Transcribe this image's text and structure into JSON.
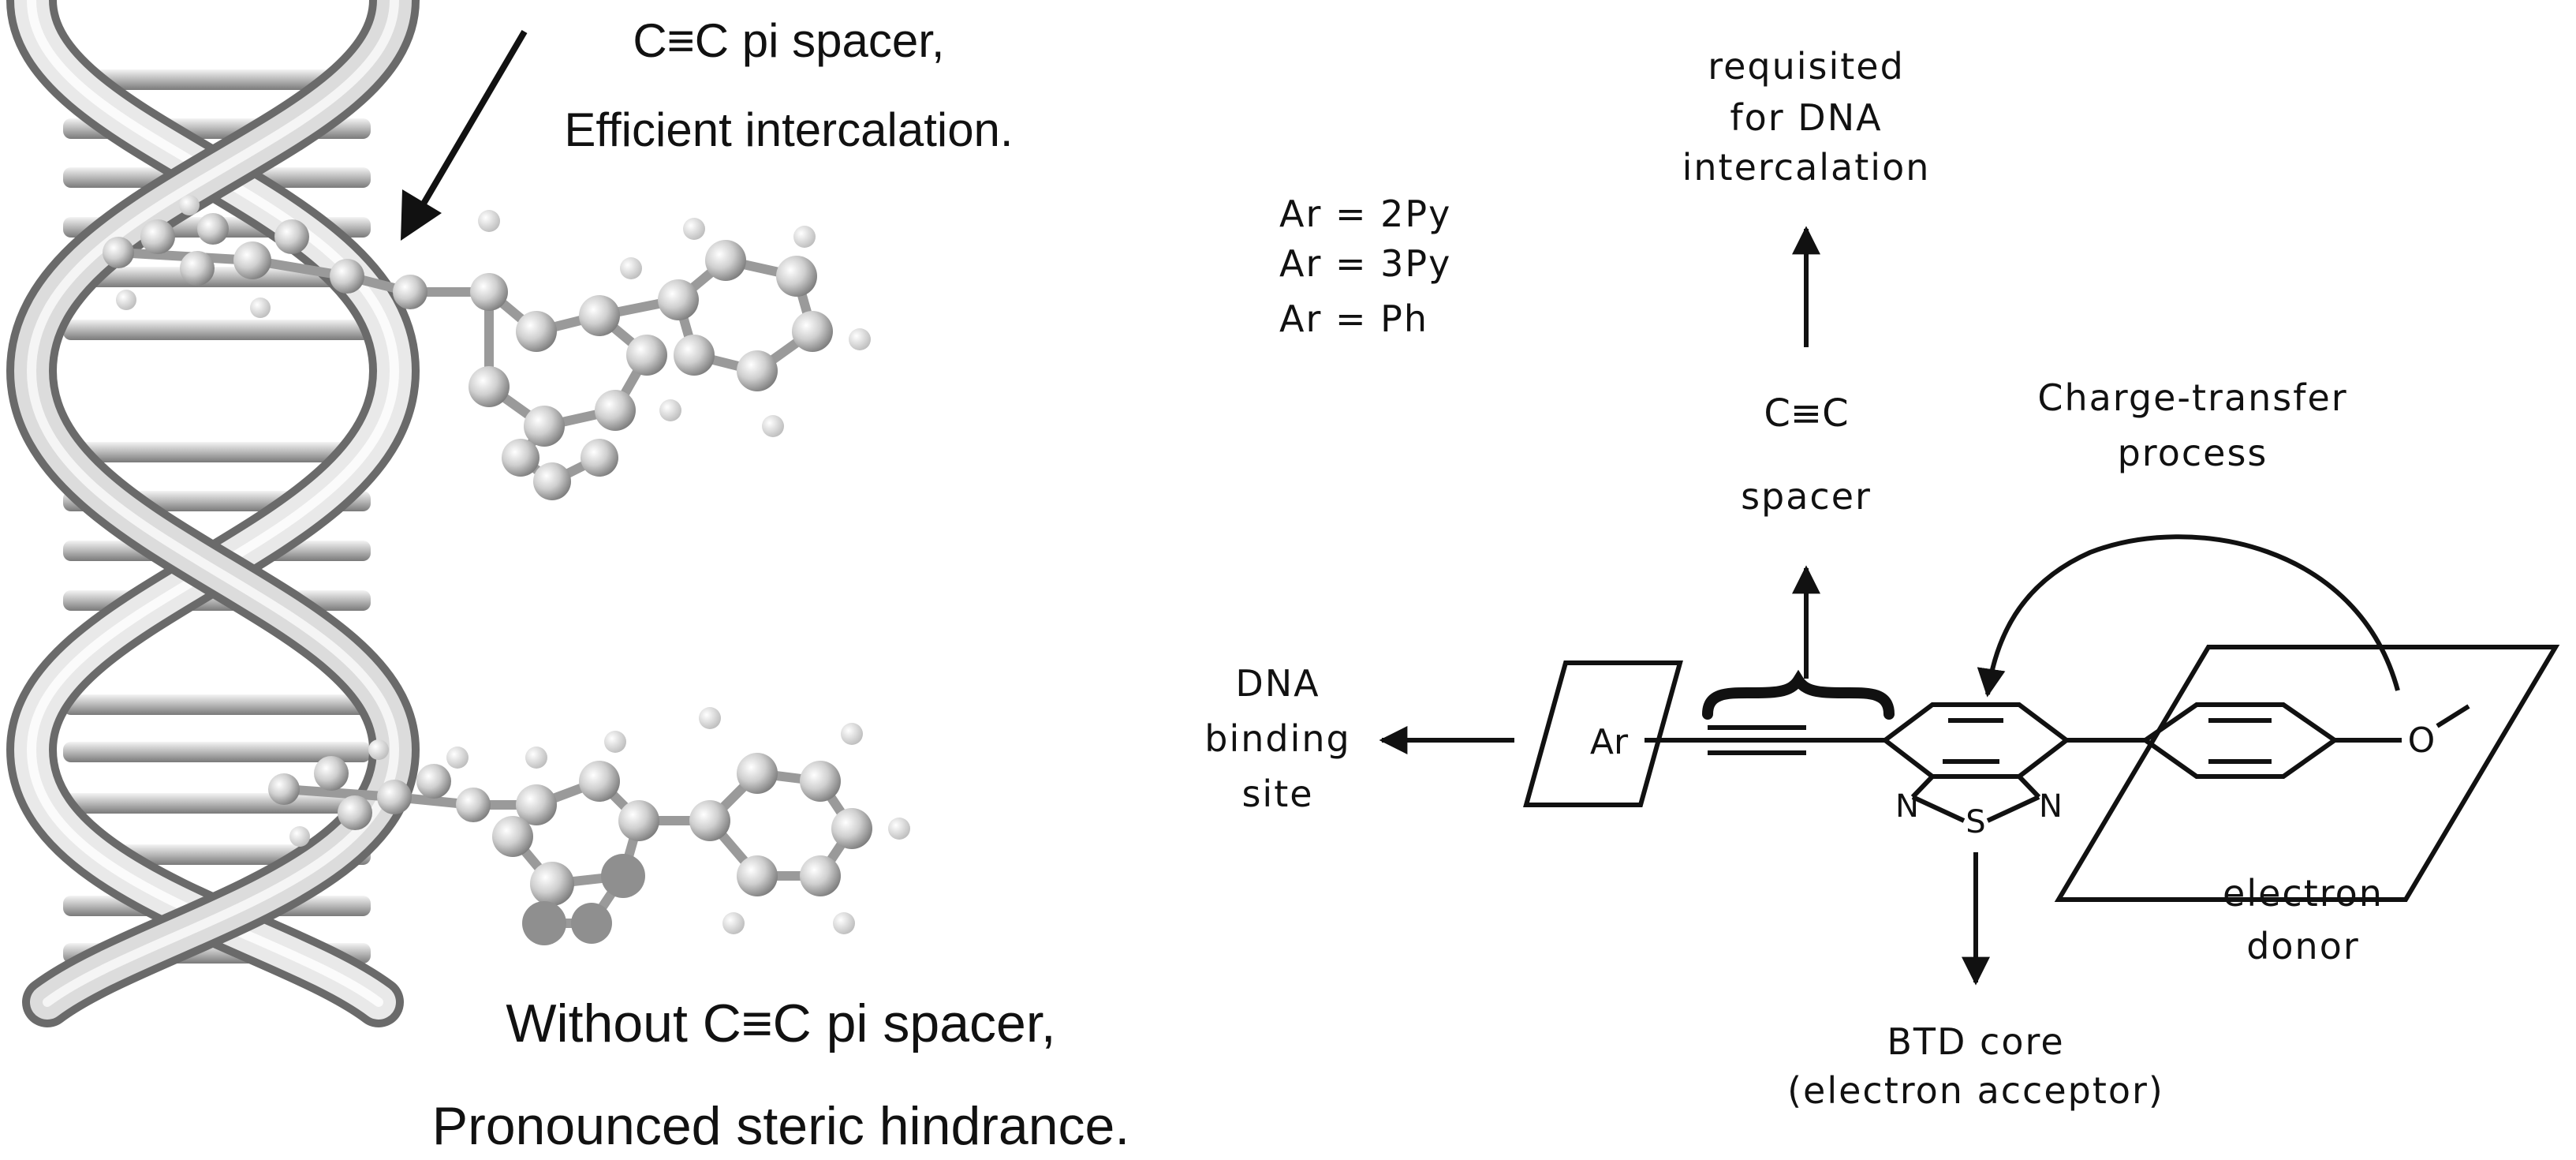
{
  "left_panel": {
    "top_caption": [
      "C≡C pi spacer,",
      "Efficient intercalation."
    ],
    "bottom_caption": [
      "Without C≡C pi spacer,",
      "Pronounced steric hindrance."
    ]
  },
  "right_panel": {
    "ar_options": [
      "Ar = 2Py",
      "Ar = 3Py",
      "Ar = Ph"
    ],
    "requisite_label": [
      "requisited",
      "for DNA",
      "intercalation"
    ],
    "triple_bond_label": "C≡C",
    "spacer_label": "spacer",
    "charge_transfer_label": [
      "Charge-transfer",
      "process"
    ],
    "dna_binding_label": [
      "DNA",
      "binding",
      "site"
    ],
    "ar_atom": "Ar",
    "n_left_atom": "N",
    "s_atom": "S",
    "n_right_atom": "N",
    "o_atom": "O",
    "electron_donor_label": [
      "electron",
      "donor"
    ],
    "btd_core_label": [
      "BTD core",
      "(electron acceptor)"
    ]
  },
  "colors": {
    "ink": "#111111",
    "helix_light": "#e8e8e8",
    "helix_dark": "#8a8a8a",
    "atom_light": "#d9d9d9",
    "atom_dark": "#9a9a9a"
  }
}
